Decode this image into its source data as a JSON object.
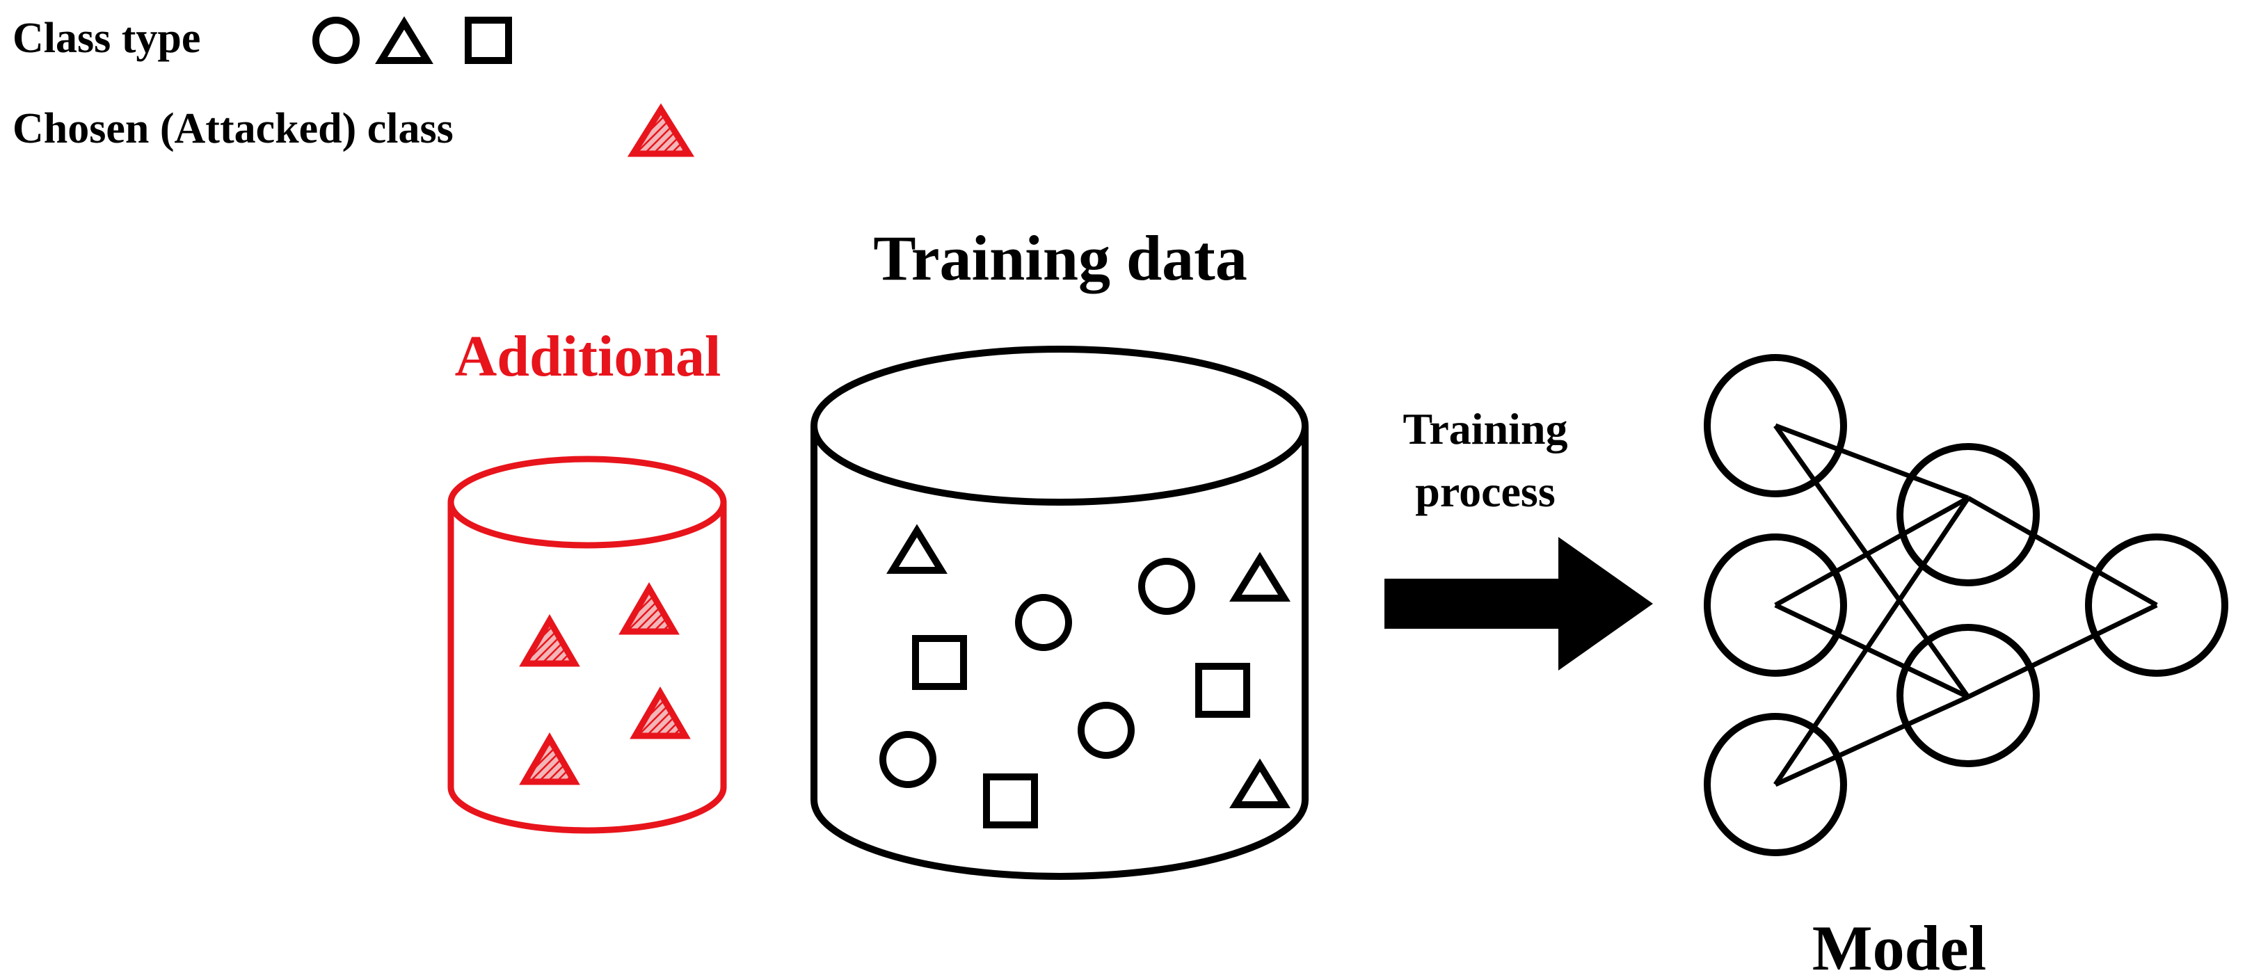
{
  "legend": {
    "class_type_label": "Class type",
    "chosen_class_label": "Chosen (Attacked) class"
  },
  "additional": {
    "label": "Additional"
  },
  "training_data": {
    "label": "Training data"
  },
  "training_process": {
    "line1": "Training",
    "line2": "process"
  },
  "model": {
    "label": "Model"
  },
  "colors": {
    "ink": "#000000",
    "attacked": "#e8141c",
    "background": "#ffffff"
  },
  "icons": {
    "class_shapes": [
      "circle-icon",
      "triangle-icon",
      "square-icon"
    ],
    "attacked_shape": "hatched-red-triangle-icon"
  }
}
